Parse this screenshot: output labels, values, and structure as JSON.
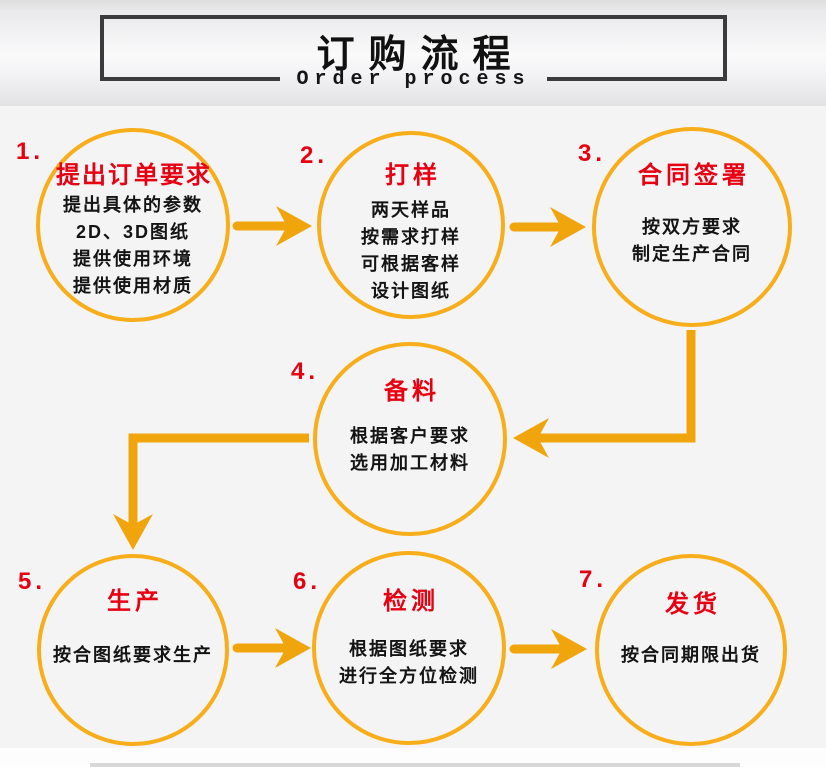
{
  "header": {
    "title": "订购流程",
    "subtitle": "Order process"
  },
  "nodes": [
    {
      "number": "1.",
      "title": "提出订单要求",
      "lines": [
        "提出具体的参数",
        "2D、3D图纸",
        "提供使用环境",
        "提供使用材质"
      ]
    },
    {
      "number": "2.",
      "title": "打样",
      "lines": [
        "两天样品",
        "按需求打样",
        "可根据客样",
        "设计图纸"
      ]
    },
    {
      "number": "3.",
      "title": "合同签署",
      "lines": [
        "按双方要求",
        "制定生产合同"
      ]
    },
    {
      "number": "4.",
      "title": "备料",
      "lines": [
        "根据客户要求",
        "选用加工材料"
      ]
    },
    {
      "number": "5.",
      "title": "生产",
      "lines": [
        "按合图纸要求生产"
      ]
    },
    {
      "number": "6.",
      "title": "检测",
      "lines": [
        "根据图纸要求",
        "进行全方位检测"
      ]
    },
    {
      "number": "7.",
      "title": "发货",
      "lines": [
        "按合同期限出货"
      ]
    }
  ],
  "colors": {
    "circle_orange": "#F8AD1B",
    "arrow_orange": "#F0A50C",
    "step_red": "#E60012",
    "text_black": "#141414",
    "header_border": "#3B3B3D"
  }
}
